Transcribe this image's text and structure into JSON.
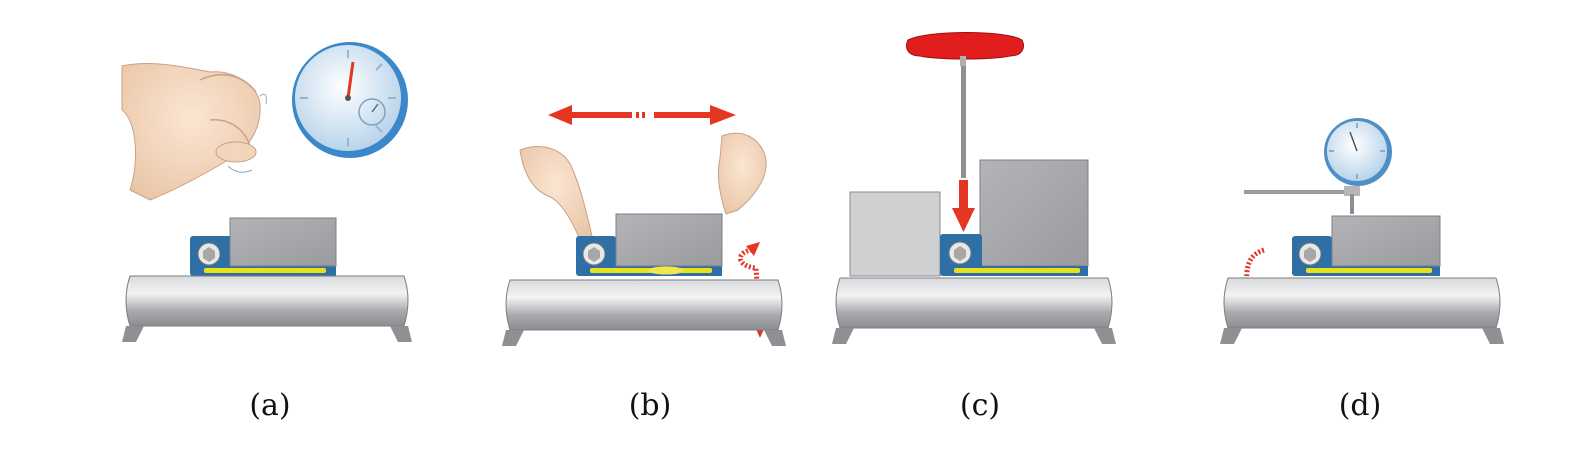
{
  "figure": {
    "panels": [
      {
        "id": "a",
        "caption": "(a)"
      },
      {
        "id": "b",
        "caption": "(b)"
      },
      {
        "id": "c",
        "caption": "(c)"
      },
      {
        "id": "d",
        "caption": "(d)"
      }
    ]
  },
  "icons": [
    "hands-icon",
    "stopwatch-icon",
    "pipe-icon",
    "strain-gauge-icon",
    "block-icon",
    "t-handle-wrench-icon",
    "dial-indicator-icon",
    "arrow-icon",
    "rotation-arrow-icon"
  ],
  "colors": {
    "pipe": "#b7b9bd",
    "block": "#a6a7aa",
    "gauge_frame": "#2e6fa6",
    "gauge_strip": "#e8e11a",
    "arrow": "#e53624",
    "handle": "#e11d1d",
    "dial": "#cfe3f1"
  }
}
